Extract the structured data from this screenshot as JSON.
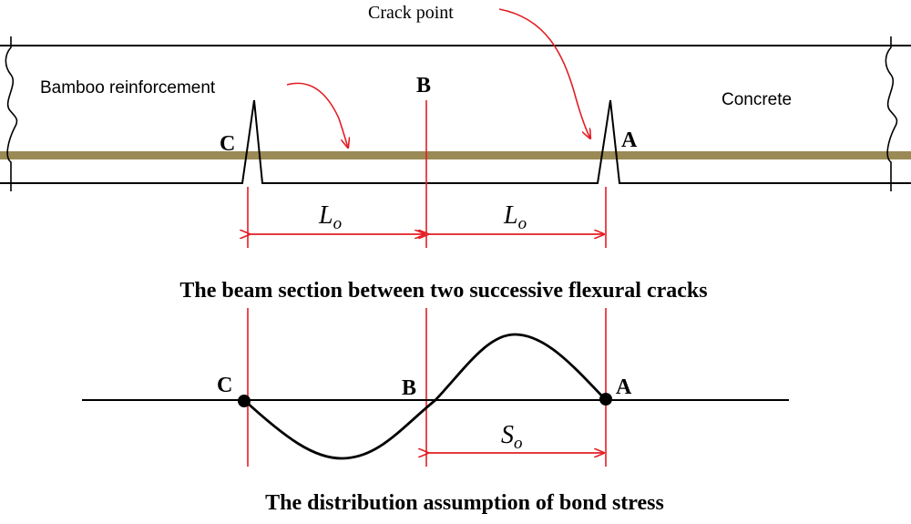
{
  "labels": {
    "crack_point": "Crack point",
    "bamboo_reinforcement": "Bamboo reinforcement",
    "concrete": "Concrete",
    "point_a": "A",
    "point_b": "B",
    "point_c": "C",
    "length_symbol": "L",
    "length_subscript": "o",
    "bond_symbol": "S",
    "bond_subscript": "o"
  },
  "captions": {
    "beam_section": "The beam section between two successive flexural cracks",
    "bond_stress": "The distribution assumption of bond stress"
  },
  "colors": {
    "annotation": "#e31e24",
    "reinforcement": "#9a8a55",
    "line": "#000000"
  }
}
